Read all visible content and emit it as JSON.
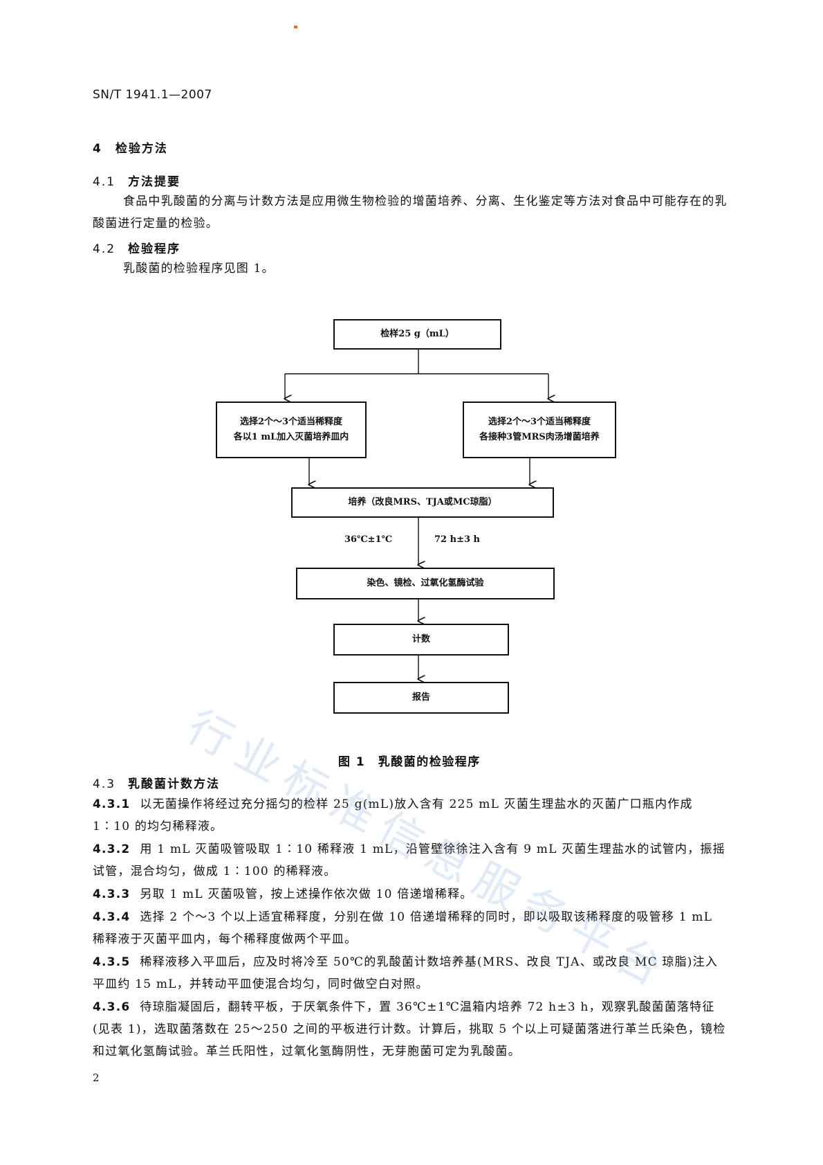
{
  "header": {
    "doc_id": "SN/T 1941.1—2007"
  },
  "section4": {
    "title": "4　检验方法"
  },
  "s41": {
    "num": "4.1",
    "title": "方法提要",
    "text": "食品中乳酸菌的分离与计数方法是应用微生物检验的增菌培养、分离、生化鉴定等方法对食品中可能存在的乳酸菌进行定量的检验。"
  },
  "s42": {
    "num": "4.2",
    "title": "检验程序",
    "text": "乳酸菌的检验程序见图 1。"
  },
  "flowchart": {
    "top": "检样25 g（mL）",
    "left_line1": "选择2个～3个适当稀释度",
    "left_line2": "各以1 mL加入灭菌培养皿内",
    "right_line1": "选择2个～3个适当稀释度",
    "right_line2": "各接种3管MRS肉汤增菌培养",
    "culture": "培养（改良MRS、TJA或MC琼脂）",
    "temp": "36℃±1℃",
    "time": "72 h±3 h",
    "stain": "染色、镜检、过氧化氢酶试验",
    "count": "计数",
    "report": "报告"
  },
  "figure_caption": "图 1　乳酸菌的检验程序",
  "s43": {
    "num": "4.3",
    "title": "乳酸菌计数方法",
    "items": [
      {
        "num": "4.3.1",
        "text": "以无菌操作将经过充分摇匀的检样 25 g(mL)放入含有 225 mL 灭菌生理盐水的灭菌广口瓶内作成 1∶10 的均匀稀释液。"
      },
      {
        "num": "4.3.2",
        "text": "用 1 mL 灭菌吸管吸取 1∶10 稀释液 1 mL，沿管壁徐徐注入含有 9 mL 灭菌生理盐水的试管内，振摇试管，混合均匀，做成 1∶100 的稀释液。"
      },
      {
        "num": "4.3.3",
        "text": "另取 1 mL 灭菌吸管，按上述操作依次做 10 倍递增稀释。"
      },
      {
        "num": "4.3.4",
        "text": "选择 2 个～3 个以上适宜稀释度，分别在做 10 倍递增稀释的同时，即以吸取该稀释度的吸管移 1 mL 稀释液于灭菌平皿内，每个稀释度做两个平皿。"
      },
      {
        "num": "4.3.5",
        "text": "稀释液移入平皿后，应及时将冷至 50℃的乳酸菌计数培养基(MRS、改良 TJA、或改良 MC 琼脂)注入平皿约 15 mL，并转动平皿使混合均匀，同时做空白对照。"
      },
      {
        "num": "4.3.6",
        "text": "待琼脂凝固后，翻转平板，于厌氧条件下，置 36℃±1℃温箱内培养 72 h±3 h，观察乳酸菌菌落特征(见表 1)，选取菌落数在 25～250 之间的平板进行计数。计算后，挑取 5 个以上可疑菌落进行革兰氏染色，镜检和过氧化氢酶试验。革兰氏阳性，过氧化氢酶阴性，无芽胞菌可定为乳酸菌。"
      }
    ]
  },
  "footer": {
    "page_number": "2"
  },
  "watermark": "行业标准信息服务平台"
}
